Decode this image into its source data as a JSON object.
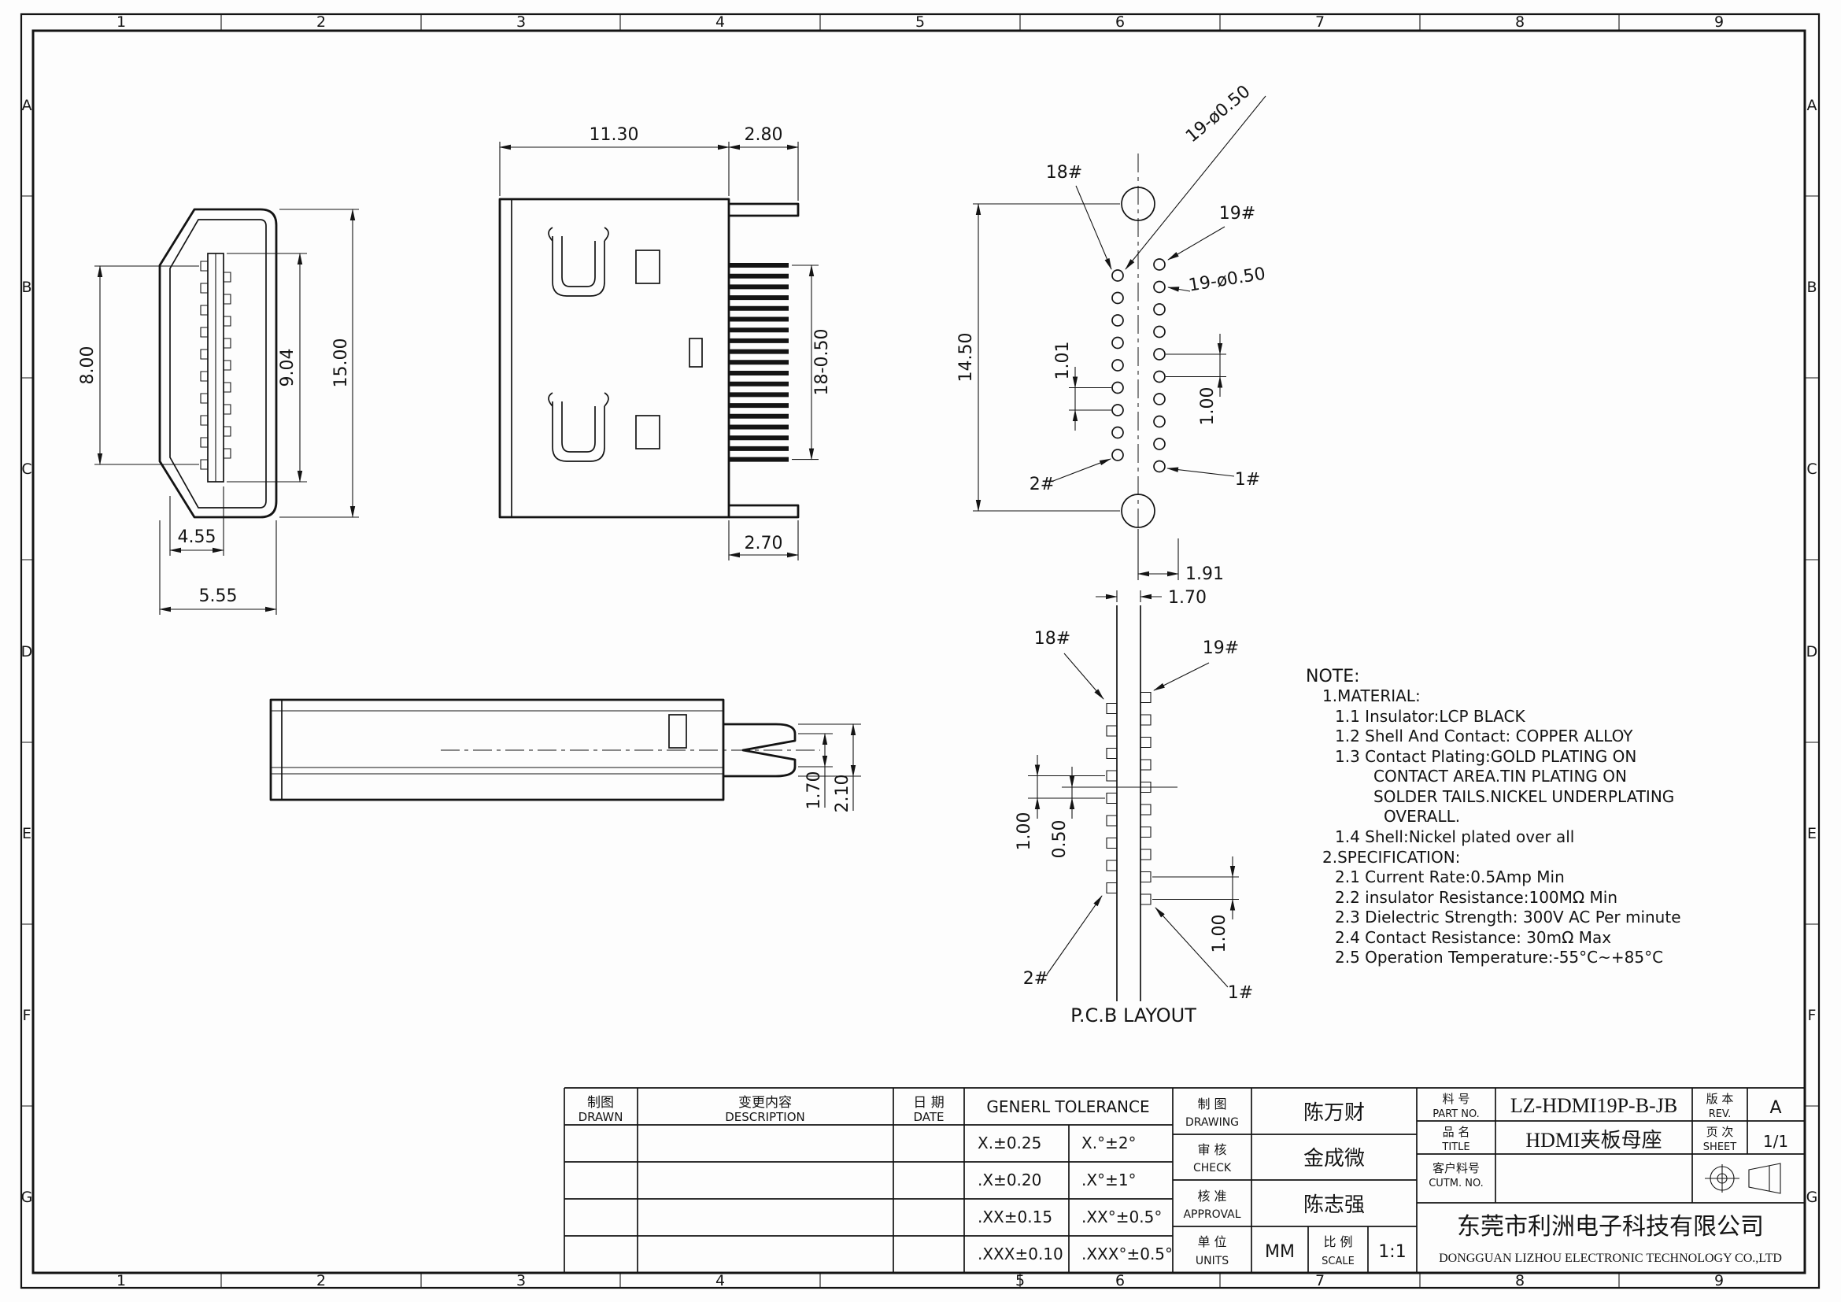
{
  "sheet": {
    "cols": [
      "1",
      "2",
      "3",
      "4",
      "5",
      "6",
      "7",
      "8",
      "9"
    ],
    "rows": [
      "A",
      "B",
      "C",
      "D",
      "E",
      "F",
      "G"
    ]
  },
  "front_view": {
    "dim_pin_span": "8.00",
    "dim_tongue": "9.04",
    "dim_height": "15.00",
    "dim_width_inner": "4.55",
    "dim_width_outer": "5.55"
  },
  "side_view": {
    "dim_body": "11.30",
    "dim_tab": "2.80",
    "dim_pins": "18-0.50",
    "dim_tab_bottom": "2.70"
  },
  "holes_view": {
    "pin18": "18#",
    "pin19": "19#",
    "holes_note_1": "19-ø0.50",
    "holes_note_2": "19-ø0.50",
    "dim_span": "14.50",
    "dim_pitch_left": "1.01",
    "dim_pitch_right": "1.00",
    "pin2": "2#",
    "pin1": "1#",
    "dim_offset": "1.91"
  },
  "bottom_view": {
    "dim_gap": "1.70",
    "dim_outer": "2.10"
  },
  "layout_view": {
    "dim_strip": "1.70",
    "pin18": "18#",
    "pin19": "19#",
    "dim_pitch_left": "1.00",
    "dim_edge": "0.50",
    "dim_pitch_right": "1.00",
    "pin2": "2#",
    "pin1": "1#",
    "caption": "P.C.B LAYOUT"
  },
  "notes": {
    "title": "NOTE:",
    "lines": [
      "1.MATERIAL:",
      "1.1 Insulator:LCP   BLACK",
      "1.2 Shell And Contact: COPPER ALLOY",
      "1.3 Contact Plating:GOLD PLATING ON",
      "CONTACT AREA.TIN PLATING ON",
      "SOLDER TAILS.NICKEL UNDERPLATING",
      "OVERALL.",
      "1.4 Shell:Nickel plated over all",
      "2.SPECIFICATION:",
      "2.1 Current Rate:0.5Amp Min",
      "2.2 insulator Resistance:100MΩ Min",
      "2.3 Dielectric Strength: 300V AC Per minute",
      "2.4 Contact Resistance: 30mΩ Max",
      "2.5 Operation Temperature:-55°C~+85°C"
    ]
  },
  "title_block": {
    "drawn_cn": "制图",
    "drawn_en": "DRAWN",
    "desc_cn": "变更内容",
    "desc_en": "DESCRIPTION",
    "date_cn": "日 期",
    "date_en": "DATE",
    "tol_title": "GENERL TOLERANCE",
    "tolerances": [
      [
        "X.±0.25",
        "X.°±2°"
      ],
      [
        ".X±0.20",
        ".X°±1°"
      ],
      [
        ".XX±0.15",
        ".XX°±0.5°"
      ],
      [
        ".XXX±0.10",
        ".XXX°±0.5°"
      ]
    ],
    "drawing_cn": "制 图",
    "drawing_en": "DRAWING",
    "drawing_name": "陈万财",
    "check_cn": "审 核",
    "check_en": "CHECK",
    "check_name": "金成微",
    "approval_cn": "核 准",
    "approval_en": "APPROVAL",
    "approval_name": "陈志强",
    "units_cn": "单 位",
    "units_en": "UNITS",
    "units_value": "MM",
    "scale_cn": "比 例",
    "scale_en": "SCALE",
    "scale_value": "1:1",
    "part_no_cn": "料 号",
    "part_no_en": "PART NO.",
    "part_no_value": "LZ-HDMI19P-B-JB",
    "name_cn": "品 名",
    "name_en": "TITLE",
    "name_value": "HDMI夹板母座",
    "cust_cn": "客户料号",
    "cust_en": "CUTM. NO.",
    "rev_cn": "版 本",
    "rev_en": "REV.",
    "rev_value": "A",
    "sheet_cn": "页 次",
    "sheet_en": "SHEET",
    "sheet_value": "1/1",
    "company_cn": "东莞市利洲电子科技有限公司",
    "company_en": "DONGGUAN LIZHOU ELECTRONIC TECHNOLOGY CO.,LTD"
  }
}
